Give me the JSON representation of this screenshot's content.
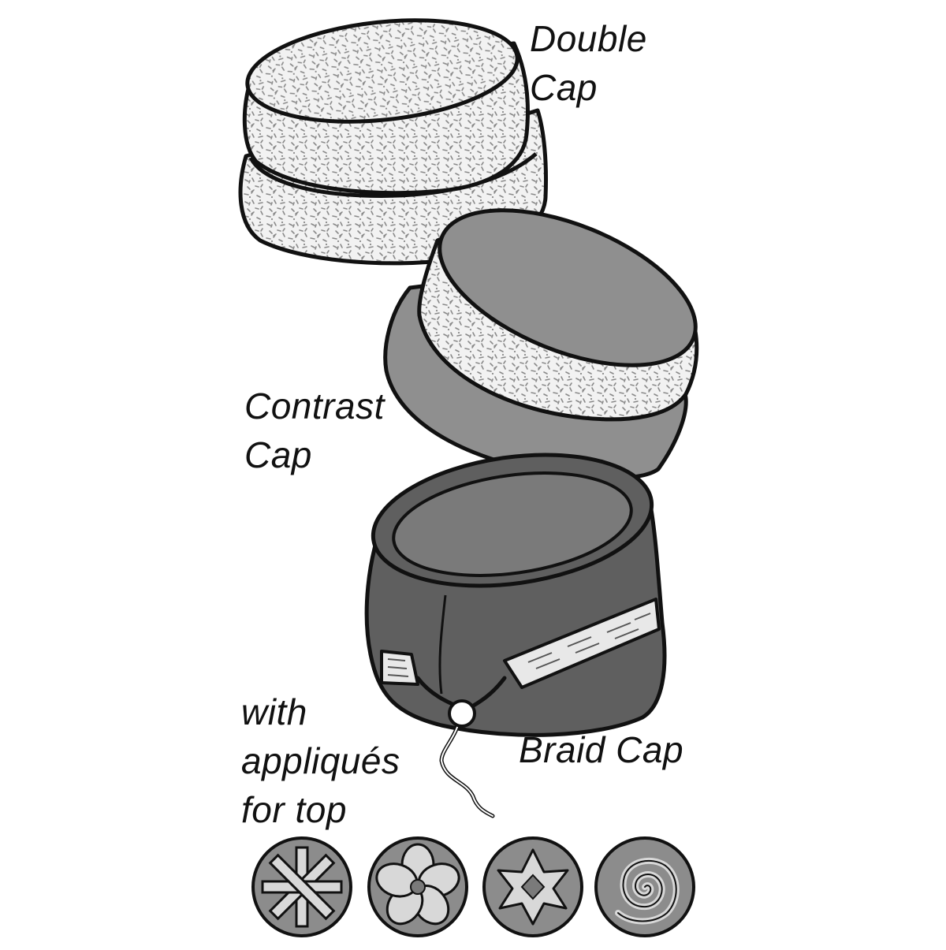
{
  "caps": {
    "double": {
      "label_line1": "Double",
      "label_line2": "Cap"
    },
    "contrast": {
      "label_line1": "Contrast",
      "label_line2": "Cap"
    },
    "braid": {
      "label": "Braid Cap"
    }
  },
  "appliques": {
    "label_line1": "with",
    "label_line2": "appliqués",
    "label_line3": "for top",
    "items": [
      "asterisk-applique",
      "flower-applique",
      "star-applique",
      "spiral-applique"
    ]
  },
  "colors": {
    "outline": "#111111",
    "light_fabric": "#f2f2f2",
    "speckle": "#9a9a9a",
    "contrast_gray": "#8f8f8f",
    "braid_dark": "#5f5f5f",
    "braid_top": "#7a7a7a",
    "applique_bg": "#8c8c8c",
    "applique_shape": "#d8d8d8"
  }
}
